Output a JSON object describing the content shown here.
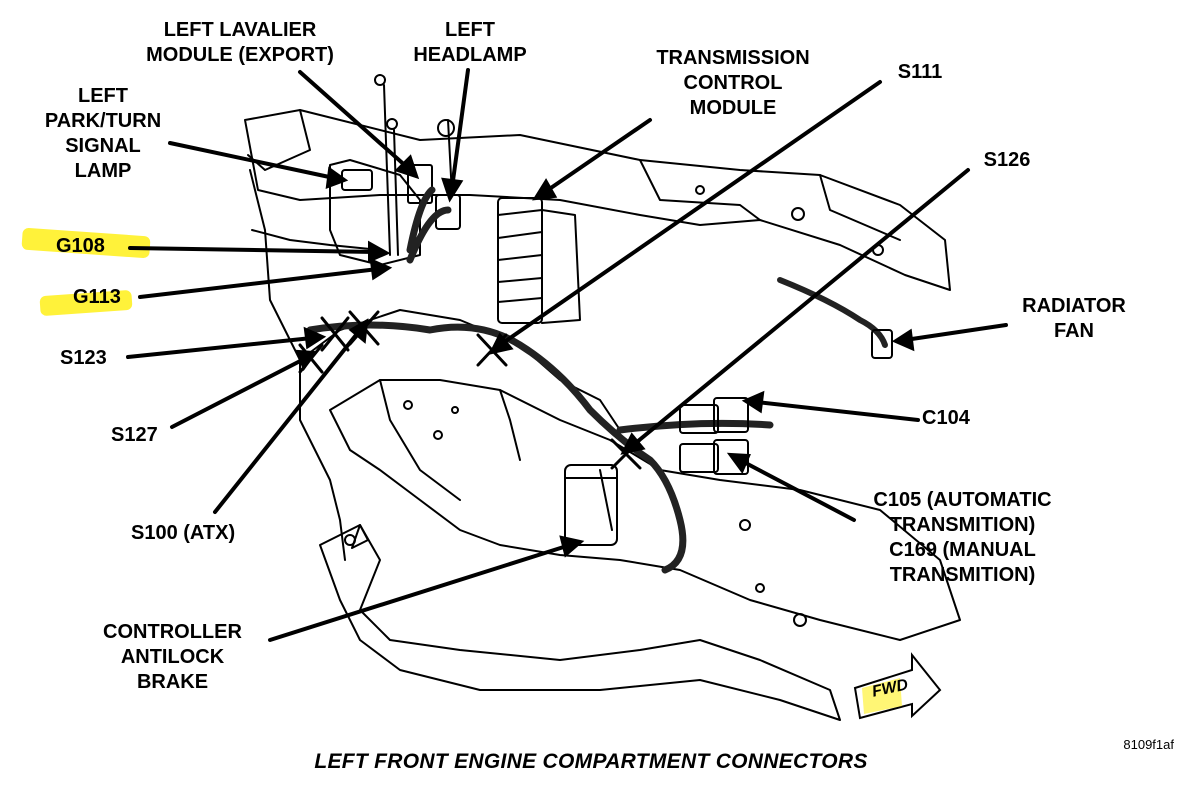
{
  "diagram": {
    "caption": "LEFT FRONT ENGINE COMPARTMENT CONNECTORS",
    "figure_id": "8109f1af",
    "fwd_badge": "FWD",
    "labels": {
      "left_lavalier": "LEFT LAVALIER\nMODULE (EXPORT)",
      "left_headlamp": "LEFT\nHEADLAMP",
      "tcm": "TRANSMISSION\nCONTROL\nMODULE",
      "s111": "S111",
      "left_park": "LEFT\nPARK/TURN\nSIGNAL\nLAMP",
      "s126": "S126",
      "g108": "G108",
      "g113": "G113",
      "radiator_fan": "RADIATOR\nFAN",
      "s123": "S123",
      "c104": "C104",
      "s127": "S127",
      "c105": "C105 (AUTOMATIC\nTRANSMITION)\nC169 (MANUAL\nTRANSMITION)",
      "s100": "S100 (ATX)",
      "controller_antilock": "CONTROLLER\nANTILOCK\nBRAKE"
    },
    "highlight_color": "#fff23a"
  }
}
